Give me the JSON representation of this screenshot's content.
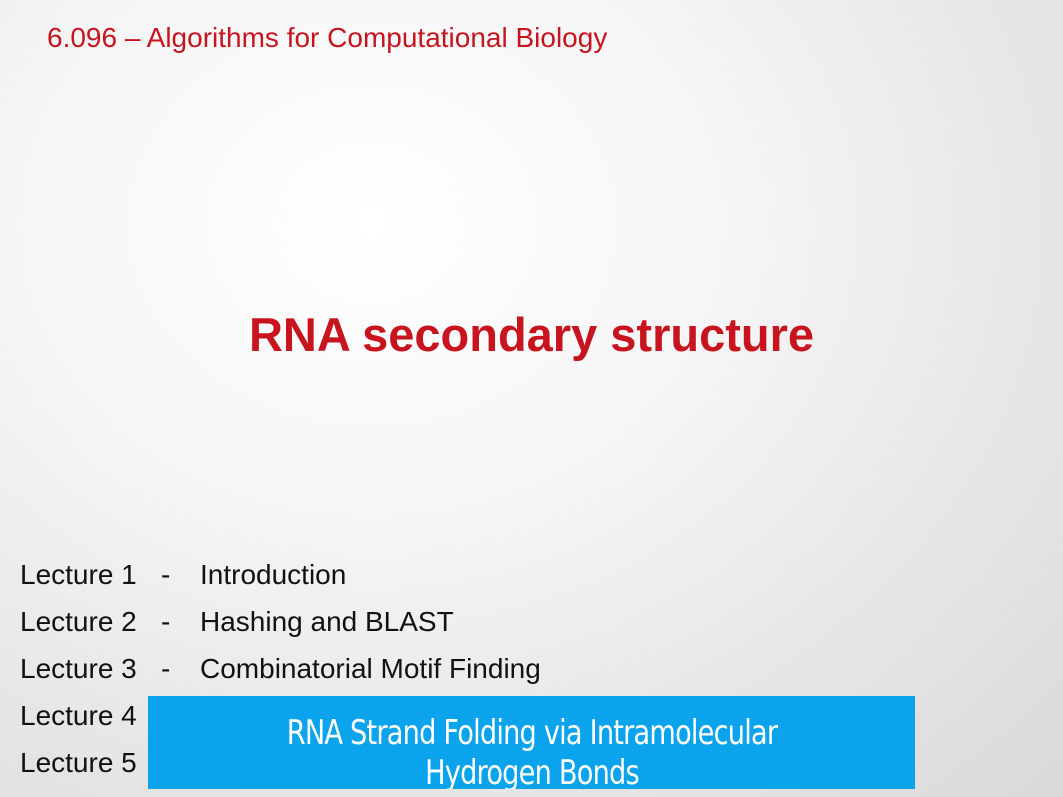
{
  "course_title": "6.096 – Algorithms for Computational Biology",
  "slide_title": "RNA secondary structure",
  "lectures": [
    {
      "number": "Lecture 1",
      "separator": "-",
      "topic": "Introduction"
    },
    {
      "number": "Lecture 2",
      "separator": "-",
      "topic": "Hashing and BLAST"
    },
    {
      "number": "Lecture 3",
      "separator": "-",
      "topic": "Combinatorial Motif Finding"
    },
    {
      "number": "Lecture 4",
      "separator": "",
      "topic": ""
    },
    {
      "number": "Lecture 5",
      "separator": "",
      "topic": ""
    }
  ],
  "caption": "RNA Strand Folding via Intramolecular Hydrogen Bonds",
  "colors": {
    "title_red": "#c8141e",
    "caption_bg": "#0aa3ec"
  }
}
